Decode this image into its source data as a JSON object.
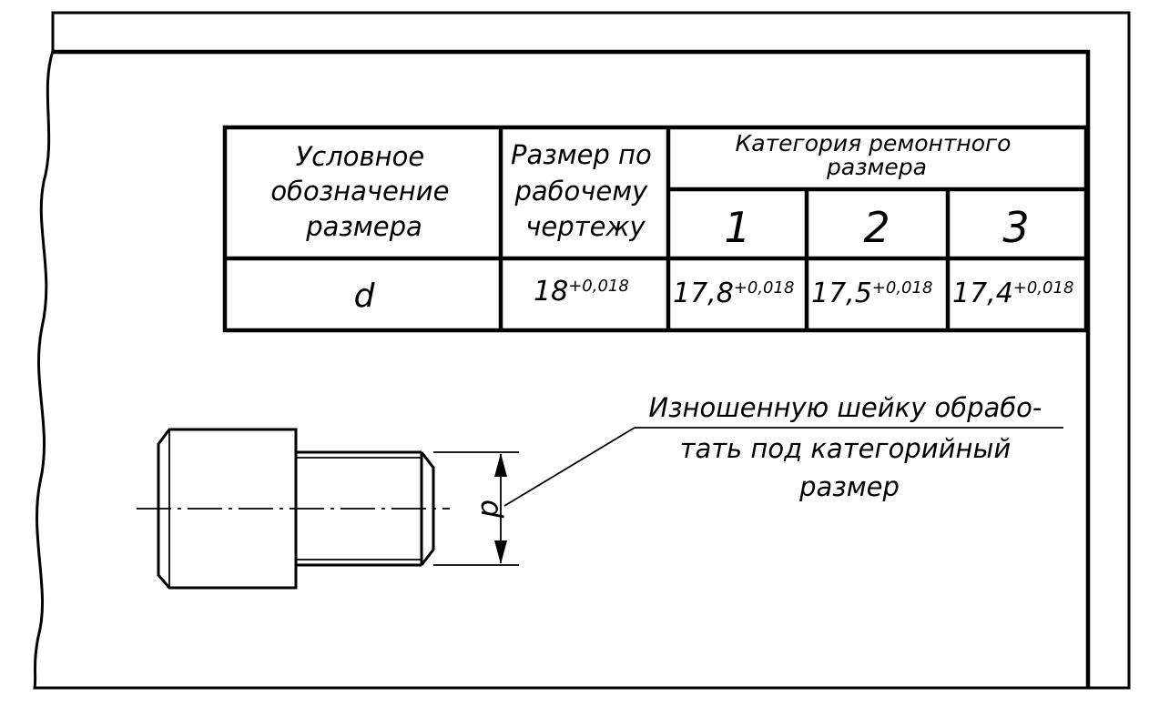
{
  "table": {
    "headers": {
      "designation": [
        "Условное",
        "обозначение",
        "размера"
      ],
      "drawing_size": [
        "Размер по",
        "рабочему",
        "чертежу"
      ],
      "repair_category": [
        "Категория ремонтного",
        "размера"
      ],
      "categories": [
        "1",
        "2",
        "3"
      ]
    },
    "row": {
      "designation": "d",
      "drawing_size": {
        "nominal": "18",
        "tolerance": "+0,018"
      },
      "category_values": [
        {
          "nominal": "17,8",
          "tolerance": "+0,018"
        },
        {
          "nominal": "17,5",
          "tolerance": "+0,018"
        },
        {
          "nominal": "17,4",
          "tolerance": "+0,018"
        }
      ]
    }
  },
  "drawing": {
    "dimension_label": "d",
    "note": [
      "Изношенную шейку обрабо-",
      "тать под категорийный",
      "размер"
    ]
  }
}
